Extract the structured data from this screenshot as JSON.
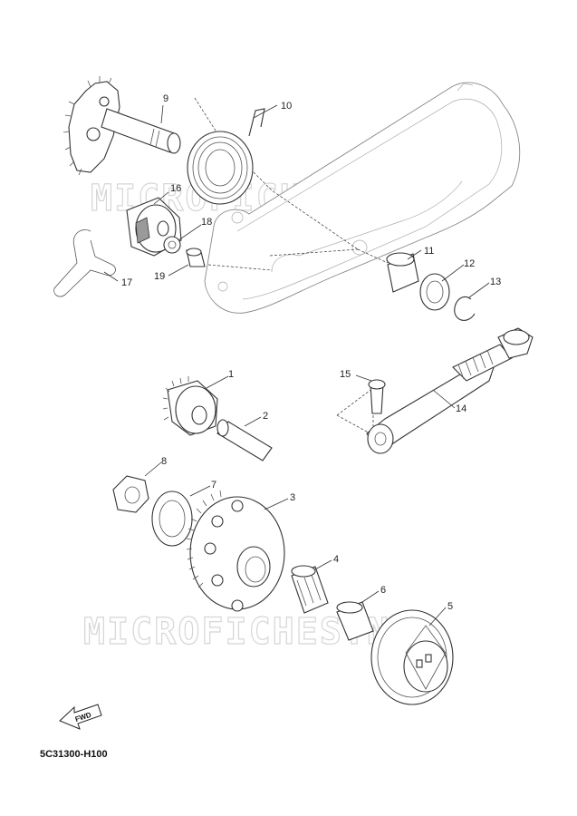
{
  "diagram": {
    "drawing_code": "5C31300-H100",
    "fwd_label": "FWD",
    "watermark_text": "MICROFICHES.NET",
    "parts": [
      {
        "number": "1"
      },
      {
        "number": "2"
      },
      {
        "number": "3"
      },
      {
        "number": "4"
      },
      {
        "number": "5"
      },
      {
        "number": "6"
      },
      {
        "number": "7"
      },
      {
        "number": "8"
      },
      {
        "number": "9"
      },
      {
        "number": "10"
      },
      {
        "number": "11"
      },
      {
        "number": "12"
      },
      {
        "number": "13"
      },
      {
        "number": "14"
      },
      {
        "number": "15"
      },
      {
        "number": "16"
      },
      {
        "number": "17"
      },
      {
        "number": "18"
      },
      {
        "number": "19"
      }
    ]
  }
}
